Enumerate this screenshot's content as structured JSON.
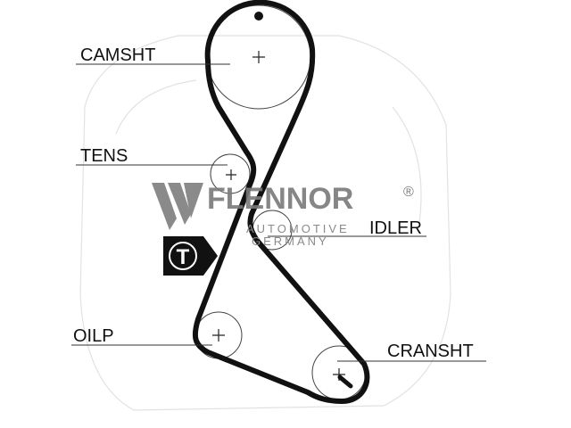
{
  "labels": {
    "camshaft": "CAMSHT",
    "tensioner": "TENS",
    "idler": "IDLER",
    "oil_pump": "OILP",
    "crankshaft": "CRANSHT"
  },
  "badge": {
    "letter": "T"
  },
  "watermark": {
    "brand": "FLENNOR",
    "registered": "®",
    "line1": "AUTOMOTIVE",
    "line2": "GERMANY"
  },
  "colors": {
    "belt": "#111111",
    "pulley": "#444444",
    "watermark": "#7a7a7a"
  }
}
